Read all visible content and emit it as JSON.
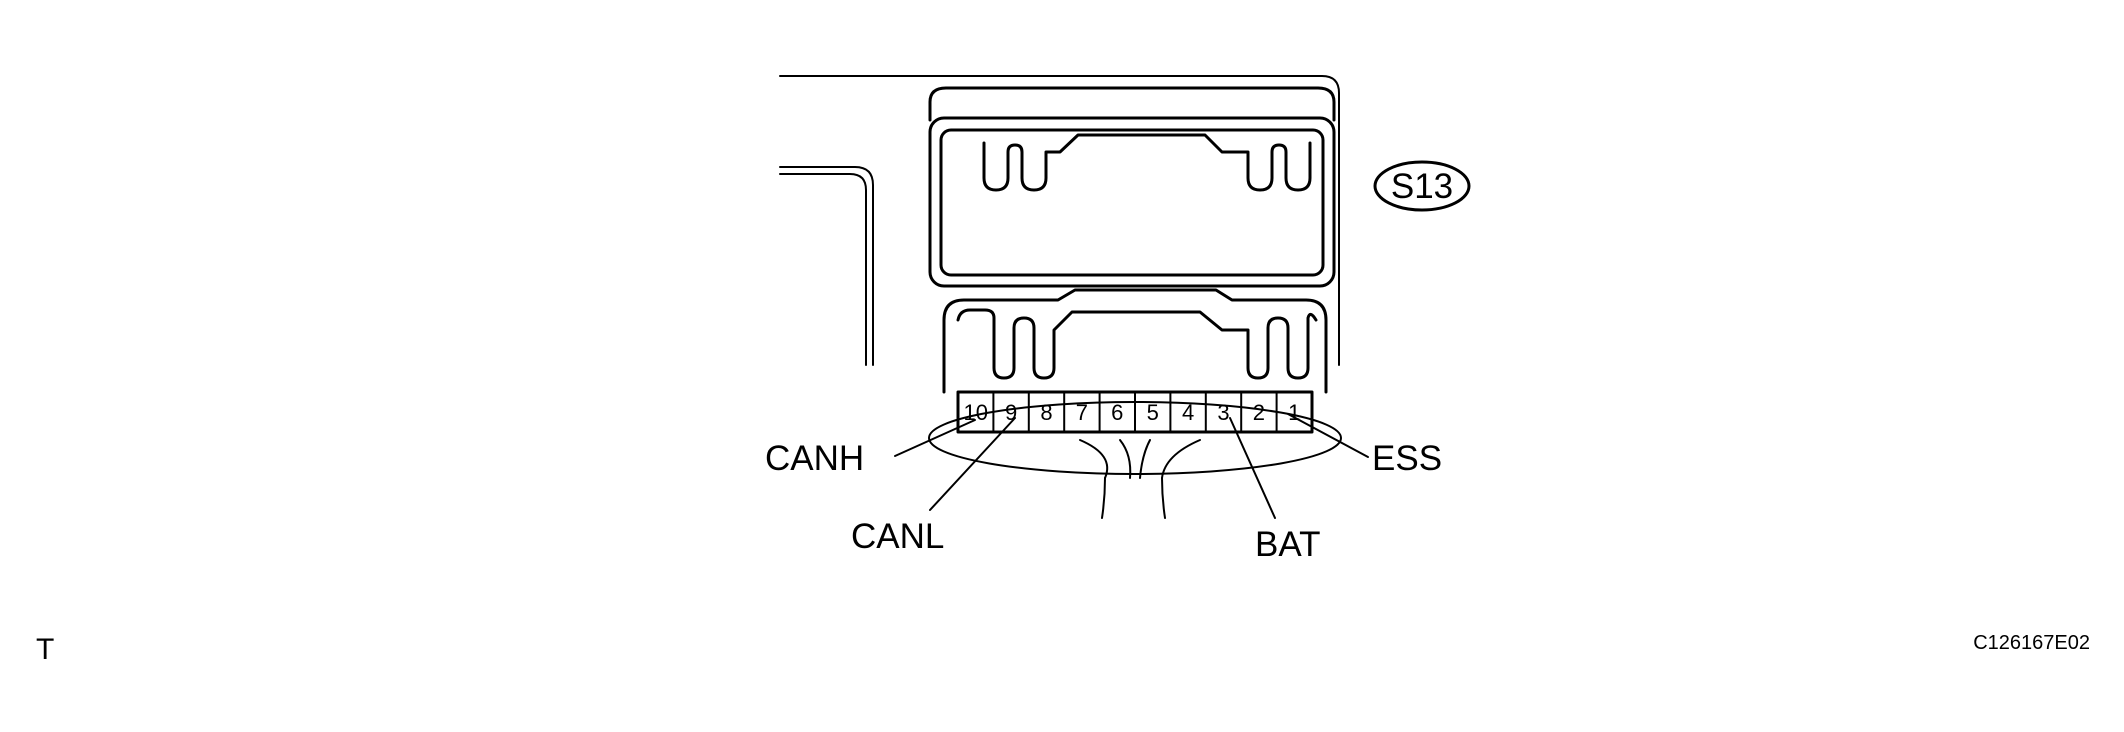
{
  "connector": {
    "id": "S13",
    "pins": [
      "10",
      "9",
      "8",
      "7",
      "6",
      "5",
      "4",
      "3",
      "2",
      "1"
    ]
  },
  "terminals": [
    {
      "label": "CANH",
      "pin": "10"
    },
    {
      "label": "CANL",
      "pin": "9"
    },
    {
      "label": "BAT",
      "pin": "3"
    },
    {
      "label": "ESS",
      "pin": "1"
    }
  ],
  "corner_mark": "T",
  "figure_code": "C126167E02"
}
